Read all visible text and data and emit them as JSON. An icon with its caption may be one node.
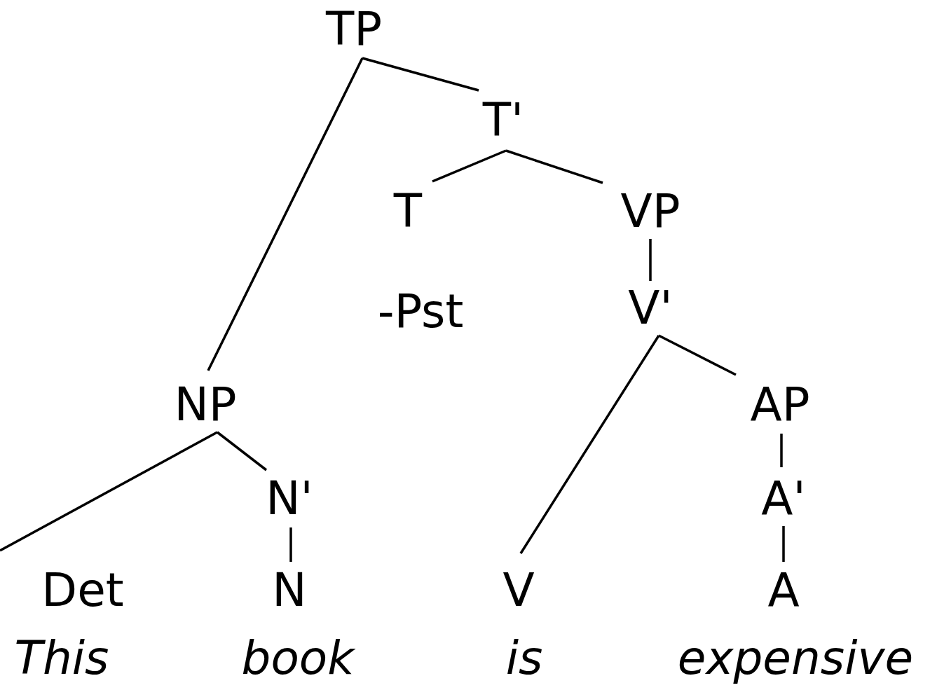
{
  "diagram": {
    "nodes": [
      {
        "text": [
          "TP"
        ]
      },
      {
        "text": [
          "T'"
        ]
      },
      {
        "text": [
          "NP"
        ]
      },
      {
        "text": [
          "T"
        ]
      },
      {
        "text": [
          "VP"
        ]
      },
      {
        "text": [
          "V'"
        ]
      },
      {
        "text": [
          "Det"
        ]
      },
      {
        "text": [
          "N'"
        ]
      },
      {
        "text": [
          "V"
        ]
      },
      {
        "text": [
          "AP"
        ]
      },
      {
        "text": [
          "N"
        ]
      },
      {
        "text": [
          "A'"
        ]
      },
      {
        "text": [
          "A"
        ]
      }
    ],
    "edges": [
      {
        "from": 0,
        "to": 1,
        "arrow": "none"
      },
      {
        "from": 0,
        "to": 2,
        "arrow": "none"
      },
      {
        "from": 1,
        "to": 3,
        "arrow": "none"
      },
      {
        "from": 1,
        "to": 4,
        "arrow": "none"
      },
      {
        "from": 4,
        "to": 5,
        "arrow": "none"
      },
      {
        "from": 5,
        "to": 8,
        "arrow": "none"
      },
      {
        "from": 5,
        "to": 9,
        "arrow": "none"
      },
      {
        "from": 2,
        "to": 6,
        "arrow": "none"
      },
      {
        "from": 2,
        "to": 7,
        "arrow": "none"
      },
      {
        "from": 7,
        "to": 10,
        "arrow": "none"
      },
      {
        "from": 9,
        "to": 11,
        "arrow": "none"
      },
      {
        "from": 11,
        "to": 12,
        "arrow": "none"
      }
    ],
    "labels": [
      "-Pst",
      "This",
      "book",
      "is",
      "expensive"
    ]
  }
}
